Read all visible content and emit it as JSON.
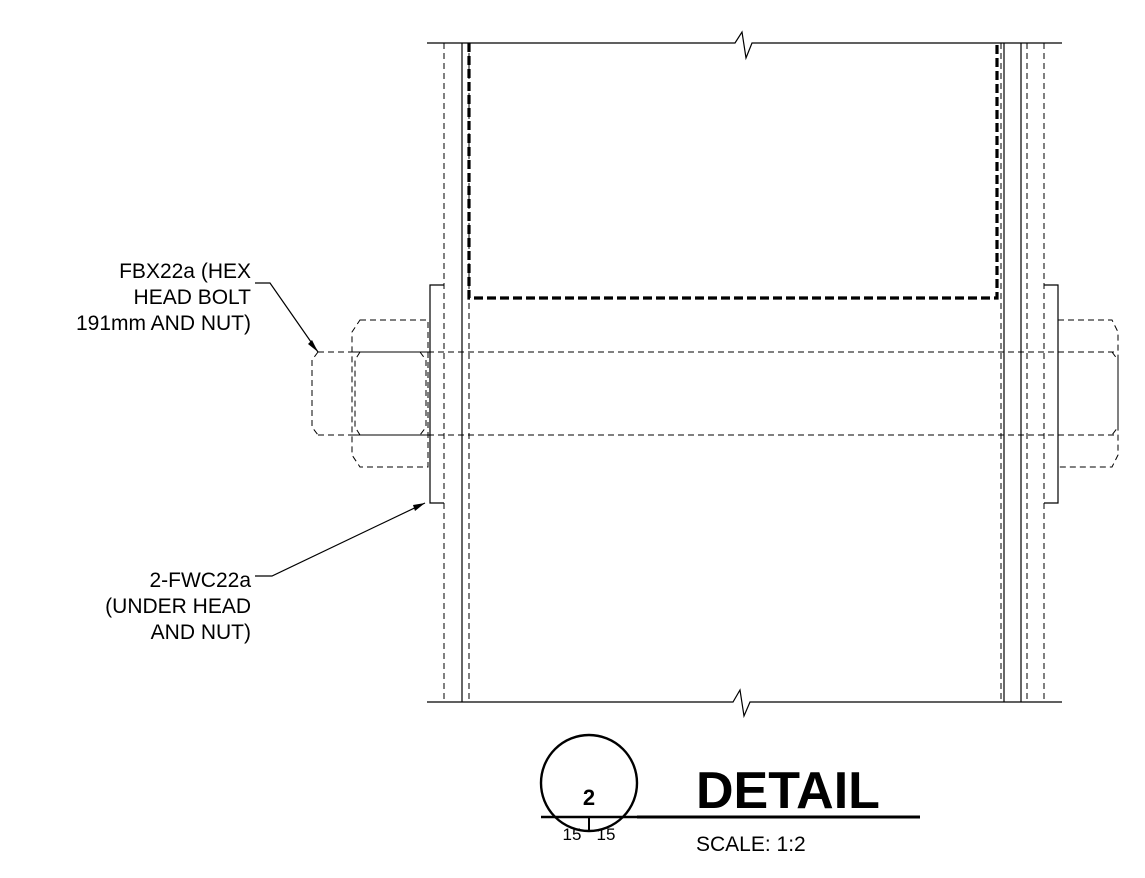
{
  "callouts": {
    "bolt": [
      "FBX22a (HEX",
      "HEAD BOLT",
      "191mm AND NUT)"
    ],
    "washer": [
      "2-FWC22a",
      "(UNDER HEAD",
      "AND NUT)"
    ]
  },
  "title_block": {
    "detail_number": "2",
    "sheet_left": "15",
    "sheet_right": "15",
    "title": "DETAIL",
    "scale": "SCALE:  1:2"
  }
}
